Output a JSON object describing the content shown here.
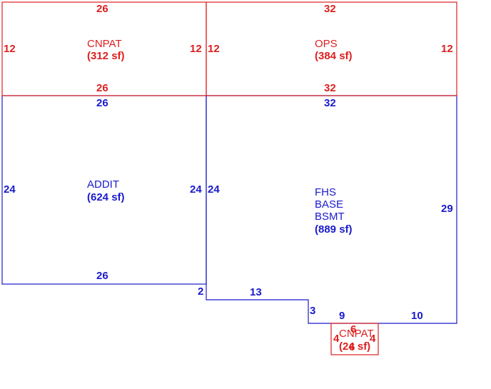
{
  "colors": {
    "red": "#dd1f1f",
    "blue": "#1a1acc"
  },
  "areas": [
    {
      "id": "cnpat-top",
      "color": "red",
      "label_lines": [
        "CNPAT"
      ],
      "area_text": "(312 sf)",
      "dims": {
        "top": "26",
        "bottom": "26",
        "left": "12",
        "right": "12"
      }
    },
    {
      "id": "ops",
      "color": "red",
      "label_lines": [
        "OPS"
      ],
      "area_text": "(384 sf)",
      "dims": {
        "top": "32",
        "bottom": "32",
        "left": "12",
        "right": "12"
      }
    },
    {
      "id": "addit",
      "color": "blue",
      "label_lines": [
        "ADDIT"
      ],
      "area_text": "(624 sf)",
      "dims": {
        "top": "26",
        "bottom": "26",
        "left": "24",
        "right": "24"
      }
    },
    {
      "id": "fhs-base-bsmt",
      "color": "blue",
      "label_lines": [
        "FHS",
        "BASE",
        "BSMT"
      ],
      "area_text": "(889 sf)",
      "dims": {
        "top": "32",
        "left": "24",
        "right": "29",
        "step_a": "2",
        "step_b": "13",
        "step_c": "3",
        "step_d": "9",
        "step_e": "10"
      }
    },
    {
      "id": "cnpat-bottom",
      "color": "red",
      "label_lines": [
        "CNPAT"
      ],
      "area_text": "(24 sf)",
      "dims": {
        "top": "6",
        "bottom": "6",
        "left": "4",
        "right": "4"
      }
    }
  ]
}
